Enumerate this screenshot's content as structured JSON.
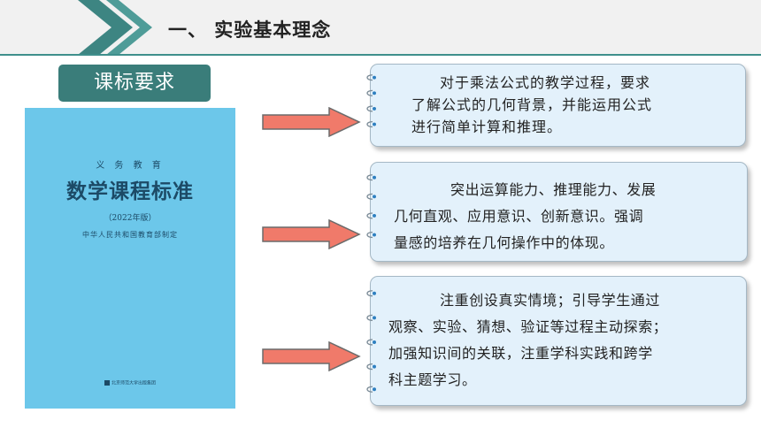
{
  "header": {
    "title": "一、 实验基本理念"
  },
  "tag": {
    "label": "课标要求"
  },
  "book": {
    "series": "义 务 教 育",
    "title": "数学课程标准",
    "edition": "（2022年版）",
    "publisher_top": "中华人民共和国教育部制定",
    "publisher_bottom": "北京师范大学出版集团"
  },
  "cards": [
    {
      "lines": [
        "对于乘法公式的教学过程，要求",
        "了解公式的几何背景，并能运用公式",
        "进行简单计算和推理。"
      ]
    },
    {
      "lines": [
        "突出运算能力、推理能力、发展",
        "几何直观、应用意识、创新意识。强调",
        "量感的培养在几何操作中的体现。"
      ]
    },
    {
      "lines": [
        "注重创设真实情境；引导学生通过",
        "观察、实验、猜想、验证等过程主动探索；",
        "加强知识间的关联，注重学科实践和跨学",
        "科主题学习。"
      ]
    }
  ],
  "colors": {
    "accent": "#3a7d7a",
    "arrow_fill": "#f07a6a",
    "arrow_stroke": "#6b6b6b",
    "card_bg": "#e3f1fb",
    "book_bg": "#6cc7ea"
  }
}
